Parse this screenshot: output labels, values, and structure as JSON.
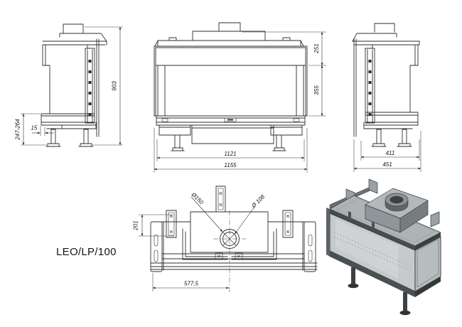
{
  "model_label": "LEO/LP/100",
  "views": {
    "left": {
      "overall_height": "903",
      "base_height": "247-264",
      "glass_inset": "15"
    },
    "front": {
      "top_height": "251",
      "glass_height": "355",
      "inner_width": "1121",
      "overall_width": "1155"
    },
    "right": {
      "inner_depth": "411",
      "overall_depth": "451"
    },
    "top": {
      "rear_offset": "201",
      "flue_outer": "Ø150",
      "flue_inner": "Ø 108",
      "flue_center": "577,5"
    }
  },
  "colors": {
    "line": "#2e2e2e",
    "dimension_text": "#141414",
    "render_top": "#b4b8ba",
    "render_body": "#8f9598",
    "render_glass": "#c6cacc",
    "render_frame": "#3c4042"
  }
}
